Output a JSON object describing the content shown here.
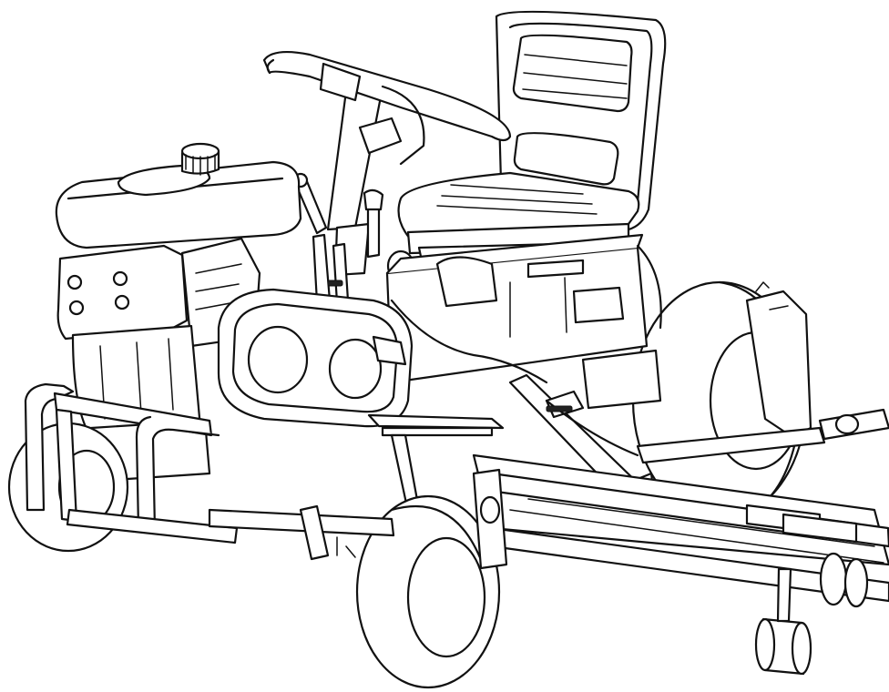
{
  "illustration": {
    "colors": {
      "line": "#111111",
      "fill": "#ffffff",
      "background": "#ffffff"
    },
    "parts": [
      "seat",
      "steering-wheel",
      "steering-column",
      "engine-fuel-tank",
      "fuel-cap",
      "engine-block",
      "front-bumper",
      "left-front-wheel",
      "center-front-wheel",
      "right-rear-wheel",
      "belt-guard",
      "chassis-frame",
      "foot-pedal",
      "lift-arm",
      "reel-cutting-unit",
      "roller",
      "control-levers",
      "throttle-knob"
    ]
  }
}
